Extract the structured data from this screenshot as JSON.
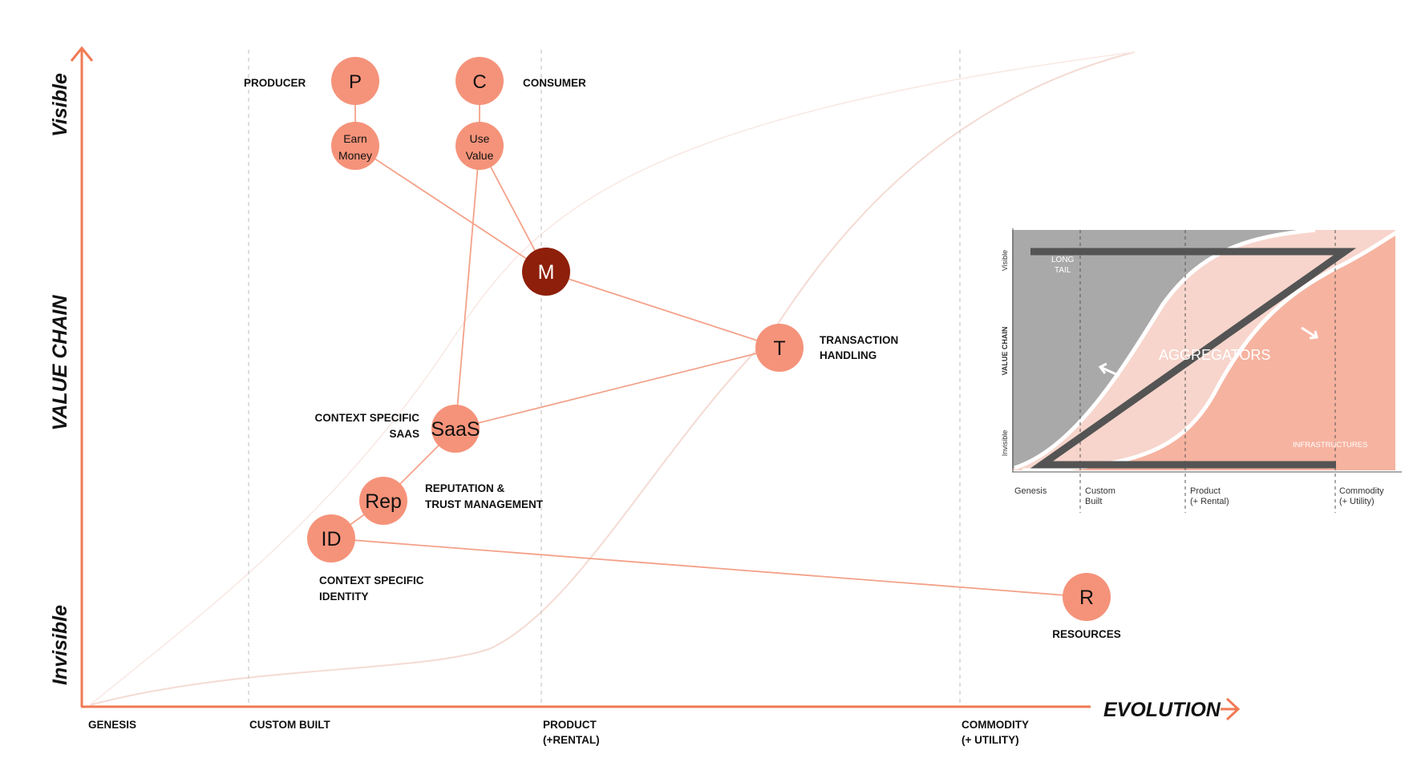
{
  "colors": {
    "axis": "#f07a55",
    "node": "#f5937a",
    "node_dark": "#8e1f0a",
    "link": "#f4a189",
    "grid": "#cccccc",
    "inset_grey": "#a9a9a9",
    "inset_pink": "#f7d5cc",
    "inset_salmon": "#f6b3a0",
    "z_stroke": "#545454"
  },
  "axes": {
    "y_label": "VALUE CHAIN",
    "y_top": "Visible",
    "y_bottom": "Invisible",
    "x_label": "EVOLUTION",
    "stages": [
      {
        "line1": "GENESIS",
        "line2": ""
      },
      {
        "line1": "CUSTOM BUILT",
        "line2": ""
      },
      {
        "line1": "PRODUCT",
        "line2": "(+RENTAL)"
      },
      {
        "line1": "COMMODITY",
        "line2": "(+ UTILITY)"
      }
    ]
  },
  "nodes": [
    {
      "id": "P",
      "label": "P",
      "caption": [
        "PRODUCER"
      ]
    },
    {
      "id": "C",
      "label": "C",
      "caption": [
        "CONSUMER"
      ]
    },
    {
      "id": "EM",
      "label": [
        "Earn",
        "Money"
      ],
      "caption": []
    },
    {
      "id": "UV",
      "label": [
        "Use",
        "Value"
      ],
      "caption": []
    },
    {
      "id": "M",
      "label": "M",
      "caption": []
    },
    {
      "id": "T",
      "label": "T",
      "caption": [
        "TRANSACTION",
        "HANDLING"
      ]
    },
    {
      "id": "SaaS",
      "label": "SaaS",
      "caption": [
        "CONTEXT SPECIFIC",
        "SAAS"
      ]
    },
    {
      "id": "Rep",
      "label": "Rep",
      "caption": [
        "REPUTATION &",
        "TRUST MANAGEMENT"
      ]
    },
    {
      "id": "ID",
      "label": "ID",
      "caption": [
        "CONTEXT SPECIFIC",
        "IDENTITY"
      ]
    },
    {
      "id": "R",
      "label": "R",
      "caption": [
        "RESOURCES"
      ]
    }
  ],
  "links": [
    [
      "P",
      "EM"
    ],
    [
      "C",
      "UV"
    ],
    [
      "EM",
      "M"
    ],
    [
      "UV",
      "M"
    ],
    [
      "UV",
      "SaaS"
    ],
    [
      "M",
      "T"
    ],
    [
      "T",
      "SaaS"
    ],
    [
      "SaaS",
      "Rep"
    ],
    [
      "Rep",
      "ID"
    ],
    [
      "ID",
      "R"
    ]
  ],
  "inset": {
    "y_top": "Visible",
    "y_mid": "VALUE CHAIN",
    "y_bottom": "Invisible",
    "long_tail": [
      "LONG",
      "TAIL"
    ],
    "aggregators": "AGGREGATORS",
    "infrastructures": "INFRASTRUCTURES",
    "stages": [
      {
        "line1": "Genesis",
        "line2": ""
      },
      {
        "line1": "Custom",
        "line2": "Built"
      },
      {
        "line1": "Product",
        "line2": "(+ Rental)"
      },
      {
        "line1": "Commodity",
        "line2": "(+ Utility)"
      }
    ]
  }
}
